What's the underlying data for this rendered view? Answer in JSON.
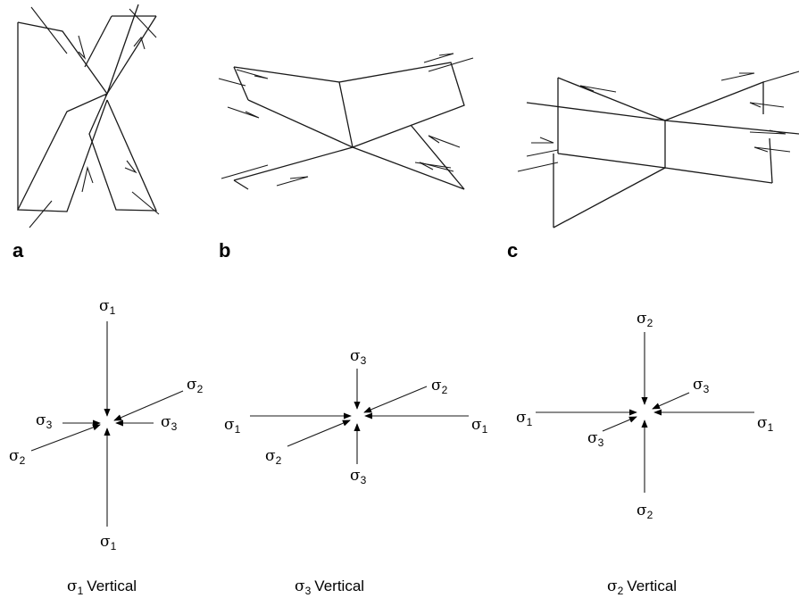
{
  "panels": {
    "a": {
      "label": "a"
    },
    "b": {
      "label": "b"
    },
    "c": {
      "label": "c"
    }
  },
  "stress": {
    "sigma": "σ",
    "sub1": "1",
    "sub2": "2",
    "sub3": "3"
  },
  "captions": {
    "left": "Vertical",
    "middle": "Vertical",
    "right": "Vertical"
  }
}
